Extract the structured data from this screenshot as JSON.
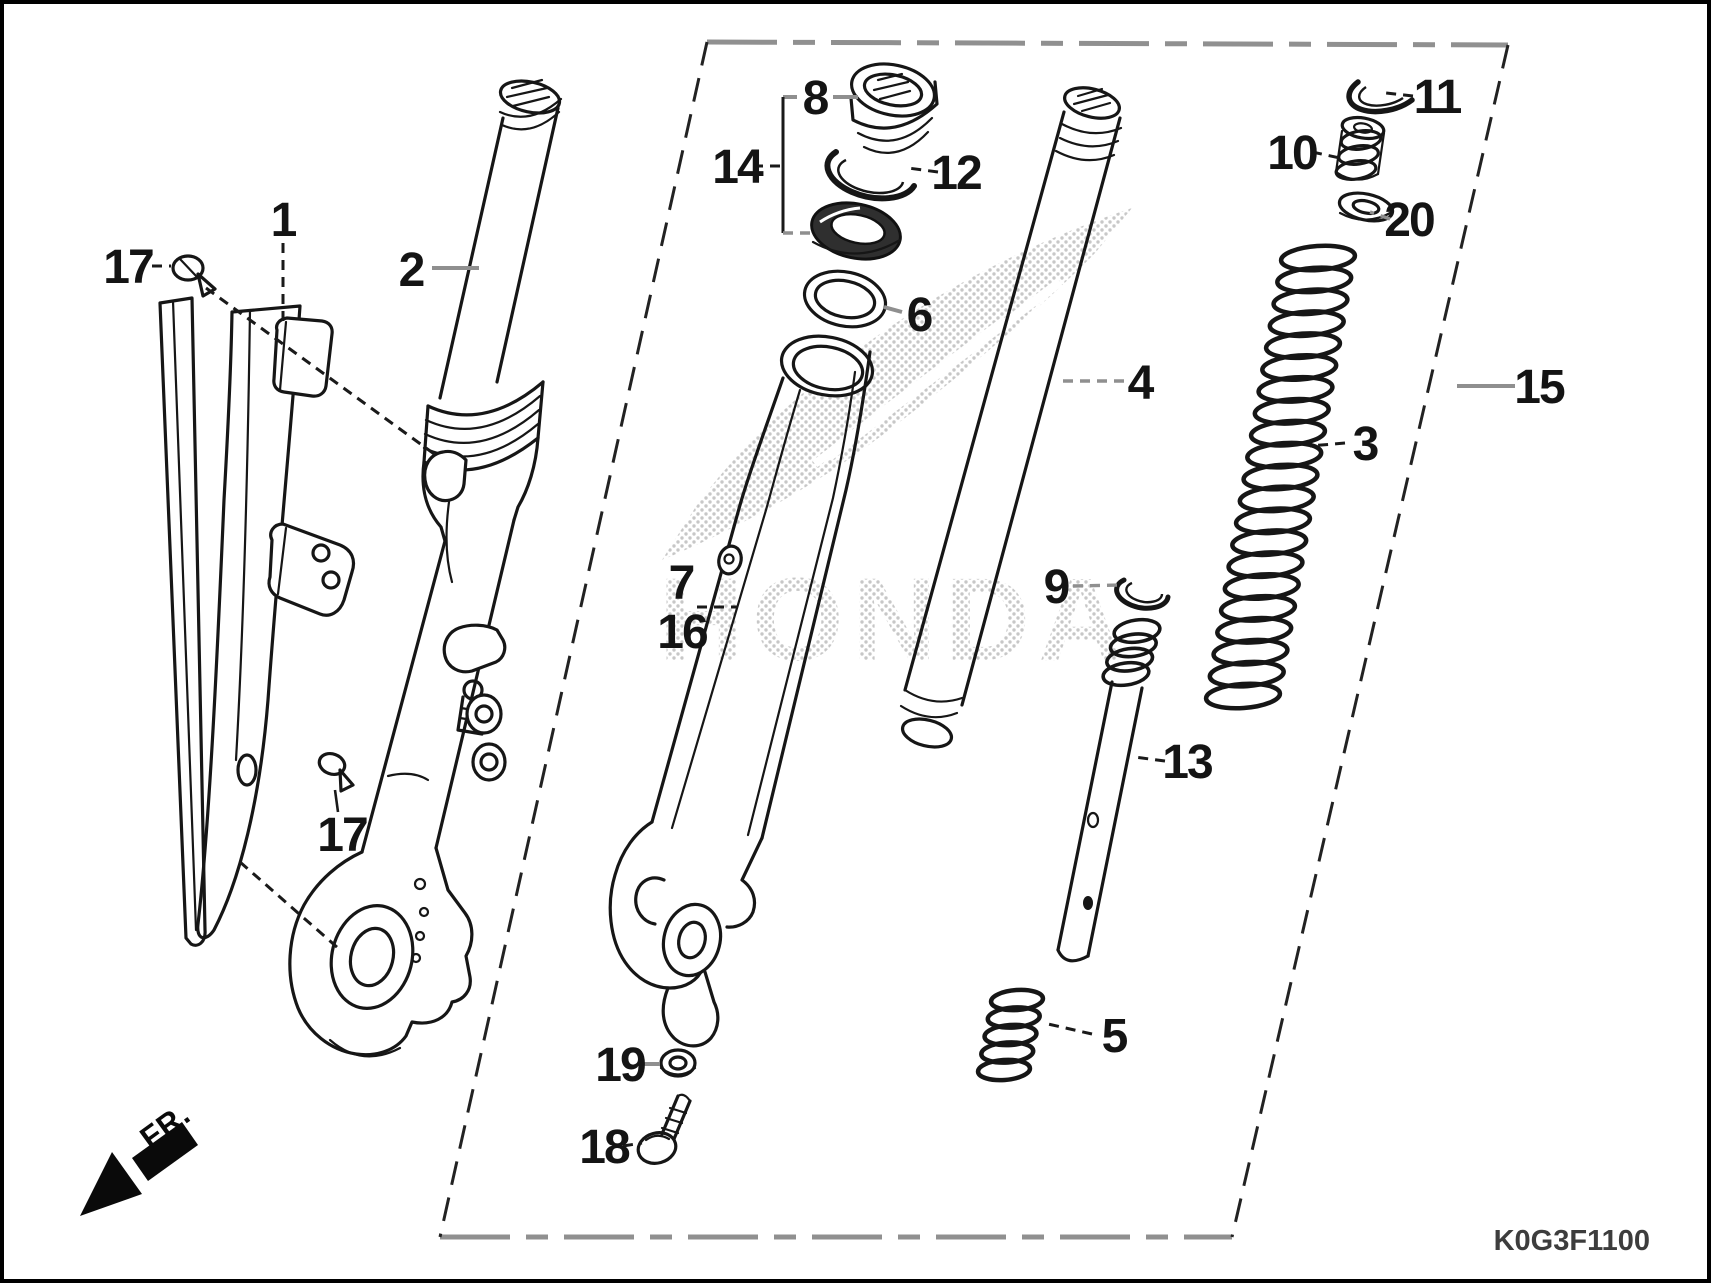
{
  "diagram": {
    "code": "K0G3F1100",
    "direction_label": "FR.",
    "watermark_text": "HONDA",
    "colors": {
      "line": "#161616",
      "leader_gray": "#8f8f8f",
      "watermark_gray": "#9b9b9b",
      "frame_black": "#000000",
      "background": "#ffffff"
    },
    "labels": {
      "n1": "1",
      "n2": "2",
      "n3": "3",
      "n4": "4",
      "n5": "5",
      "n6": "6",
      "n7": "7",
      "n8": "8",
      "n9": "9",
      "n10": "10",
      "n11": "11",
      "n12": "12",
      "n13": "13",
      "n14": "14",
      "n15": "15",
      "n16": "16",
      "n17": "17",
      "n18": "18",
      "n19": "19",
      "n20": "20"
    }
  }
}
